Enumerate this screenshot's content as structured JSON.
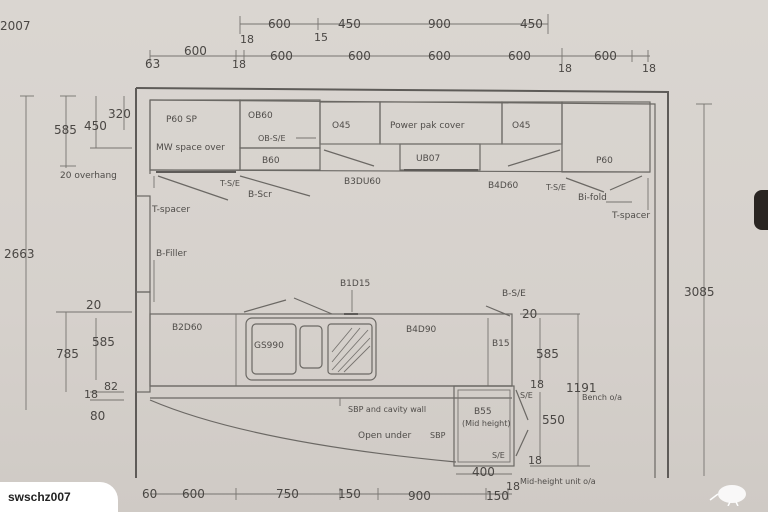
{
  "watermark": {
    "user": "swschz007"
  },
  "corner_text": "2007",
  "top_dims_row1": [
    "600",
    "450",
    "900",
    "450"
  ],
  "top_dims_row1_small": [
    "18",
    "15"
  ],
  "top_dims_row2": [
    "63",
    "600",
    "18",
    "600",
    "600",
    "600",
    "600",
    "18",
    "600",
    "18"
  ],
  "left_dims": {
    "d585": "585",
    "d450": "450",
    "d320": "320",
    "overhang": "20 overhang",
    "d2663": "2663"
  },
  "left_lower_dims": {
    "d20": "20",
    "d585": "585",
    "d785": "785",
    "d82": "82",
    "d18": "18",
    "d80": "80"
  },
  "right_dims": {
    "d3085": "3085",
    "d20": "20",
    "d585": "585",
    "d18": "18",
    "d1191": "1191",
    "d550": "550",
    "d18b": "18",
    "d400": "400"
  },
  "bottom_dims": [
    "60",
    "600",
    "750",
    "150",
    "900",
    "150",
    "18"
  ],
  "wall_cabinets": {
    "p60sp": "P60 SP",
    "mw": "MW space over",
    "ob60": "OB60",
    "obse": "OB-S/E",
    "b60": "B60",
    "o45a": "O45",
    "powerpak": "Power pak cover",
    "ub07": "UB07",
    "o45b": "O45",
    "p60": "P60"
  },
  "labels": {
    "tse_left": "T-S/E",
    "tspacer_left": "T-spacer",
    "bscr": "B-Scr",
    "b3du60": "B3DU60",
    "b4d60": "B4D60",
    "tse_right": "T-S/E",
    "bifold": "Bi-fold",
    "tspacer_right": "T-spacer",
    "bfiller": "B-Filler",
    "b1d15": "B1D15",
    "bse": "B-S/E",
    "b2d60": "B2D60",
    "gs990": "GS990",
    "b4d90": "B4D90",
    "b15": "B15",
    "se_a": "S/E",
    "bench": "Bench o/a",
    "sbp_cavity": "SBP and cavity wall",
    "b55": "B55",
    "midheight": "(Mid height)",
    "open_under": "Open under",
    "sbp": "SBP",
    "se_b": "S/E",
    "midheight_unit": "Mid-height unit o/a"
  }
}
